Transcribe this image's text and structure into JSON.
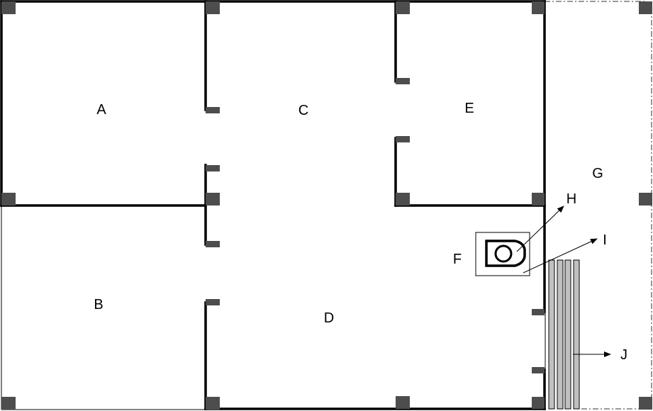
{
  "diagram": {
    "type": "floor-plan",
    "colors": {
      "wall": "#000000",
      "column": "#4d4d4d",
      "stair": "#c0c0c0",
      "background": "#ffffff"
    },
    "rooms": [
      {
        "id": "A",
        "label": "A"
      },
      {
        "id": "B",
        "label": "B"
      },
      {
        "id": "C",
        "label": "C"
      },
      {
        "id": "D",
        "label": "D"
      },
      {
        "id": "E",
        "label": "E"
      },
      {
        "id": "F",
        "label": "F"
      },
      {
        "id": "G",
        "label": "G"
      }
    ],
    "callouts": [
      {
        "id": "H",
        "label": "H",
        "target": "fixture-inner-symbol"
      },
      {
        "id": "I",
        "label": "I",
        "target": "fixture-box"
      },
      {
        "id": "J",
        "label": "J",
        "target": "stair-bars"
      }
    ]
  }
}
